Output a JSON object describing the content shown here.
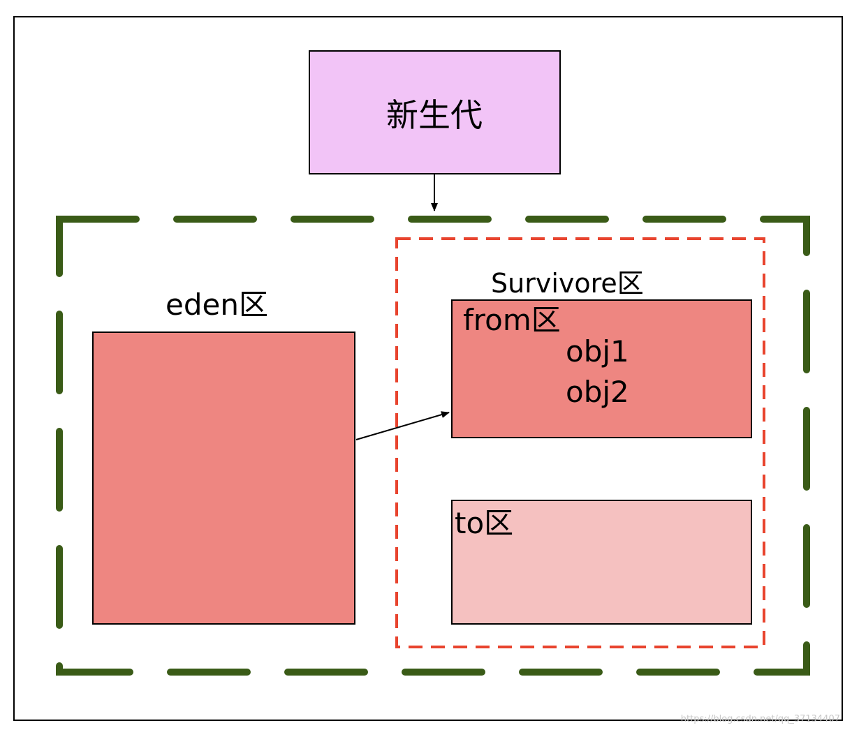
{
  "diagram": {
    "young_gen": {
      "label": "新生代"
    },
    "eden": {
      "label": "eden区"
    },
    "survivor": {
      "label": "Survivore区"
    },
    "from": {
      "label": "from区",
      "objects": [
        "obj1",
        "obj2"
      ]
    },
    "to": {
      "label": "to区"
    },
    "watermark": "https://blog.csdn.net/qq_37134407"
  },
  "colors": {
    "young_gen_fill": "#f2c4f7",
    "eden_fill": "#ee8681",
    "from_fill": "#ee8681",
    "to_fill": "#f5c1c0",
    "outer_dash": "#3a5b17",
    "survivor_dash": "#e8442e",
    "frame_border": "#000000"
  }
}
